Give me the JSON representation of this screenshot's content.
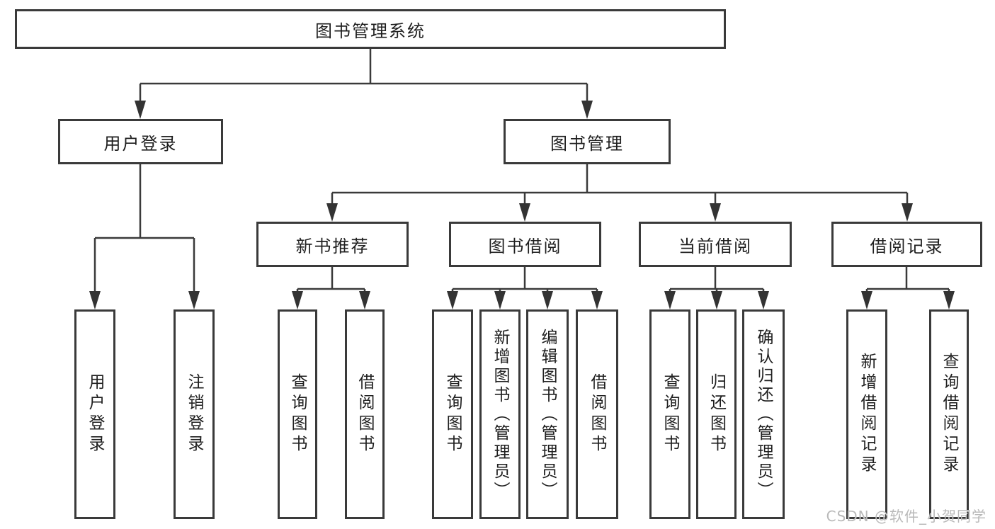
{
  "diagram": {
    "root": {
      "label": "图书管理系统"
    },
    "level2": [
      {
        "label": "用户登录",
        "parent": "图书管理系统"
      },
      {
        "label": "图书管理",
        "parent": "图书管理系统"
      }
    ],
    "level3": [
      {
        "label": "新书推荐",
        "parent": "图书管理"
      },
      {
        "label": "图书借阅",
        "parent": "图书管理"
      },
      {
        "label": "当前借阅",
        "parent": "图书管理"
      },
      {
        "label": "借阅记录",
        "parent": "图书管理"
      }
    ],
    "leaves": [
      {
        "label": "用户登录",
        "parent": "用户登录"
      },
      {
        "label": "注销登录",
        "parent": "用户登录"
      },
      {
        "label": "查询图书",
        "parent": "新书推荐"
      },
      {
        "label": "借阅图书",
        "parent": "新书推荐"
      },
      {
        "label": "查询图书",
        "parent": "图书借阅"
      },
      {
        "label": "新增图书（管理员）",
        "parent": "图书借阅"
      },
      {
        "label": "编辑图书（管理员）",
        "parent": "图书借阅"
      },
      {
        "label": "借阅图书",
        "parent": "图书借阅"
      },
      {
        "label": "查询图书",
        "parent": "当前借阅"
      },
      {
        "label": "归还图书",
        "parent": "当前借阅"
      },
      {
        "label": "确认归还（管理员）",
        "parent": "当前借阅"
      },
      {
        "label": "新增借阅记录",
        "parent": "借阅记录"
      },
      {
        "label": "查询借阅记录",
        "parent": "借阅记录"
      }
    ]
  },
  "watermark": {
    "text": "CSDN @软件_小贺同学"
  },
  "colors": {
    "line": "#3a3a3a",
    "box_border": "#3a3a3a",
    "box_fill": "#ffffff",
    "text": "#1f1f1f",
    "watermark": "#b9b9b9"
  }
}
